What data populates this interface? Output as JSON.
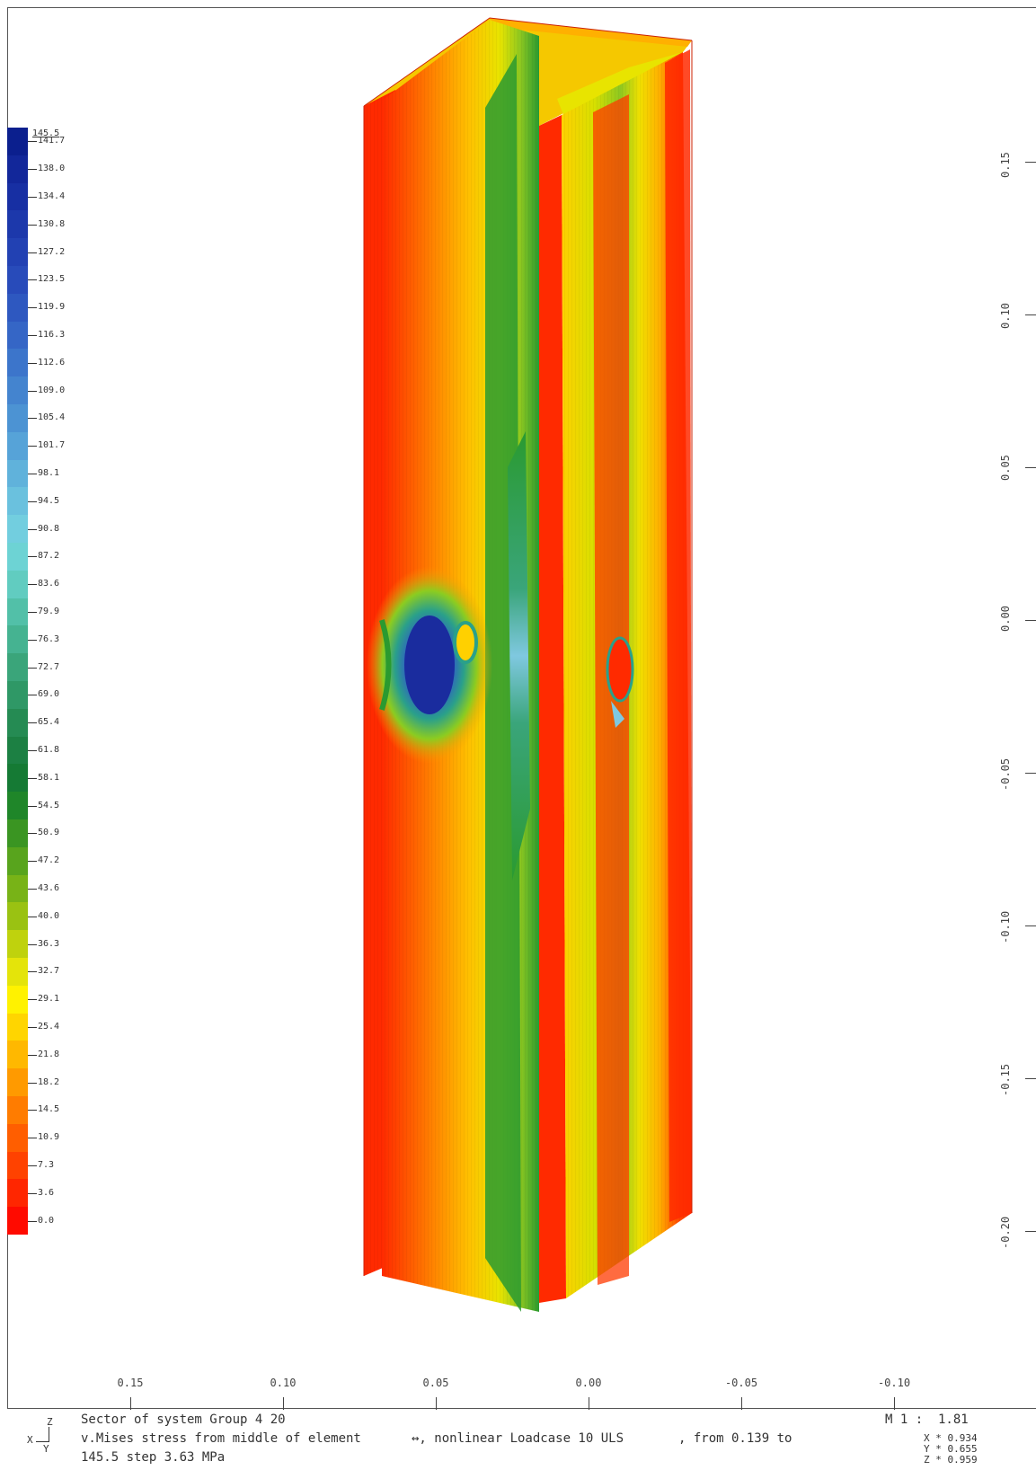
{
  "legend": {
    "top_value": "145.5",
    "values": [
      "141.7",
      "138.0",
      "134.4",
      "130.8",
      "127.2",
      "123.5",
      "119.9",
      "116.3",
      "112.6",
      "109.0",
      "105.4",
      "101.7",
      "98.1",
      "94.5",
      "90.8",
      "87.2",
      "83.6",
      "79.9",
      "76.3",
      "72.7",
      "69.0",
      "65.4",
      "61.8",
      "58.1",
      "54.5",
      "50.9",
      "47.2",
      "43.6",
      "40.0",
      "36.3",
      "32.7",
      "29.1",
      "25.4",
      "21.8",
      "18.2",
      "14.5",
      "10.9",
      "7.3",
      "3.6",
      "0.0"
    ],
    "colors": [
      "#0b1f8e",
      "#12279a",
      "#172fa3",
      "#1c38ab",
      "#2241b3",
      "#284bba",
      "#2e58c0",
      "#3566c6",
      "#3c75cb",
      "#4484cf",
      "#4c93d3",
      "#56a3d8",
      "#60b2db",
      "#6ac1de",
      "#72cedf",
      "#6dd3d4",
      "#61ccc0",
      "#52c0a8",
      "#45b391",
      "#3aa57a",
      "#2f9866",
      "#258b53",
      "#1c8043",
      "#157a34",
      "#1f8629",
      "#3a9522",
      "#58a41d",
      "#78b317",
      "#9ac212",
      "#bfd20d",
      "#e4e40a",
      "#fff200",
      "#ffd500",
      "#ffb800",
      "#ff9a00",
      "#ff7c00",
      "#ff5e00",
      "#ff4200",
      "#ff2600",
      "#ff0a00"
    ]
  },
  "x_axis": {
    "ticks": [
      "0.15",
      "0.10",
      "0.05",
      "0.00",
      "-0.05",
      "-0.10"
    ]
  },
  "y_axis": {
    "ticks": [
      "0.15",
      "0.10",
      "0.05",
      "0.00",
      "-0.05",
      "-0.10",
      "-0.15",
      "-0.20"
    ]
  },
  "footer": {
    "line1": "Sector of system Group 4 20",
    "line2_left": "v.Mises stress from middle of element",
    "line2_arrow": "↔, nonlinear Loadcase 10 ULS",
    "line2_right": ", from 0.139 to",
    "line3": "145.5 step 3.63 MPa",
    "scale": "M 1 :  1.81",
    "coord_x": "X * 0.934",
    "coord_y": "Y * 0.655",
    "coord_z": "Z * 0.959",
    "axis_z": "Z",
    "axis_x": "X",
    "axis_y": "Y"
  },
  "colors": {
    "red": "#ff2a00",
    "orange": "#ff8a00",
    "yellow": "#f5e400",
    "green": "#2a9a30",
    "blue": "#2d3fb0",
    "cyan": "#7fc8e0"
  }
}
